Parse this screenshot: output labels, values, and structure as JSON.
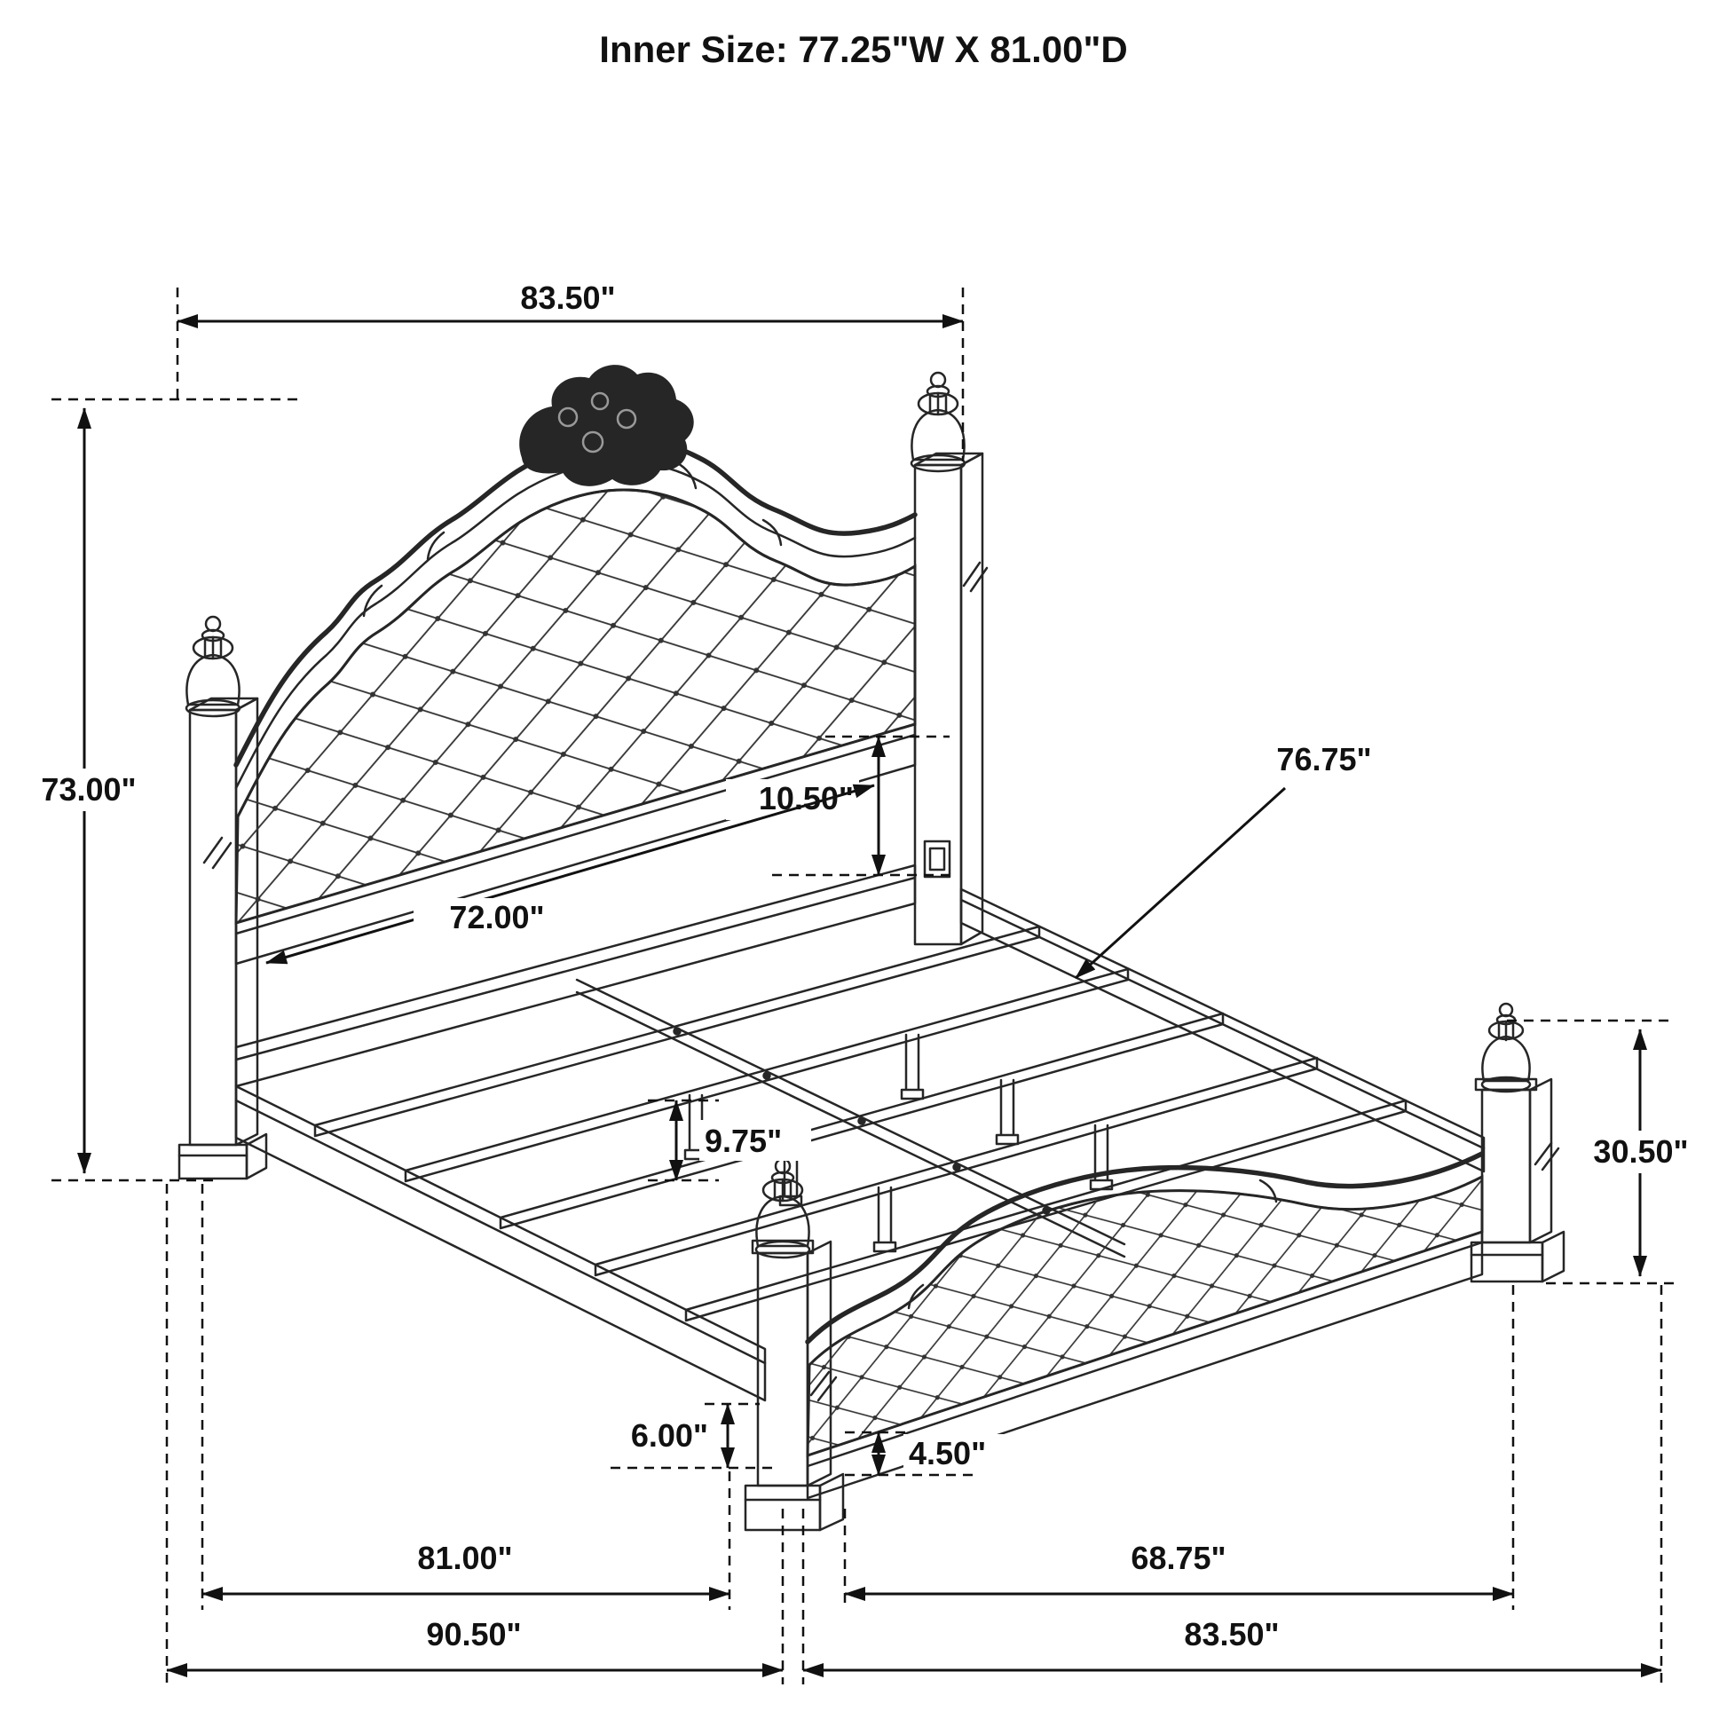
{
  "title": "Inner Size: 77.25\"W X 81.00\"D",
  "dimensions": {
    "headboard_overall_width": "83.50\"",
    "headboard_height": "73.00\"",
    "panel_to_deck_gap": "10.50\"",
    "headboard_inner_width": "72.00\"",
    "slat_length": "76.75\"",
    "footboard_height": "30.50\"",
    "side_rail_height": "9.75\"",
    "under_bed_clearance": "6.00\"",
    "footboard_rail_height": "4.50\"",
    "inner_depth": "81.00\"",
    "footboard_inner_width": "68.75\"",
    "overall_depth": "90.50\"",
    "footboard_overall_width": "83.50\""
  }
}
